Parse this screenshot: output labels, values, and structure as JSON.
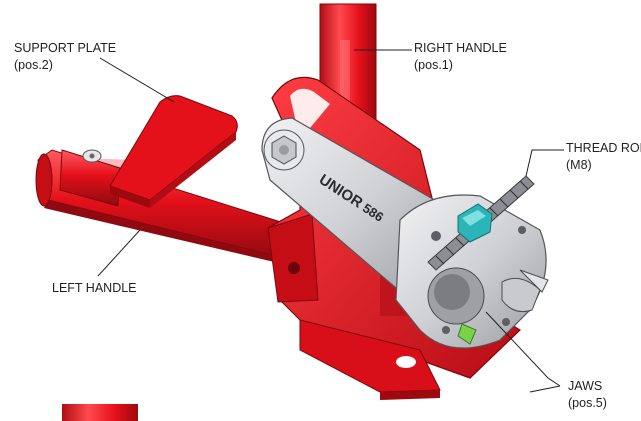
{
  "labels": {
    "support_plate": {
      "name": "SUPPORT PLATE",
      "pos": "(pos.2)"
    },
    "right_handle": {
      "name": "RIGHT HANDLE",
      "pos": "(pos.1)"
    },
    "thread_rod": {
      "name": "THREAD ROD",
      "pos": "(M8)"
    },
    "left_handle": {
      "name": "LEFT HANDLE"
    },
    "jaws": {
      "name": "JAWS",
      "pos": "(pos.5)"
    }
  },
  "tool": {
    "brand": "UNIOR",
    "model": "586"
  },
  "colors": {
    "red": "#e4101a",
    "red_dark": "#9c0a10",
    "steel": "#d8d9dc",
    "steel_dark": "#8c8e93",
    "teal": "#2bb5b8",
    "green": "#7bd14a"
  }
}
